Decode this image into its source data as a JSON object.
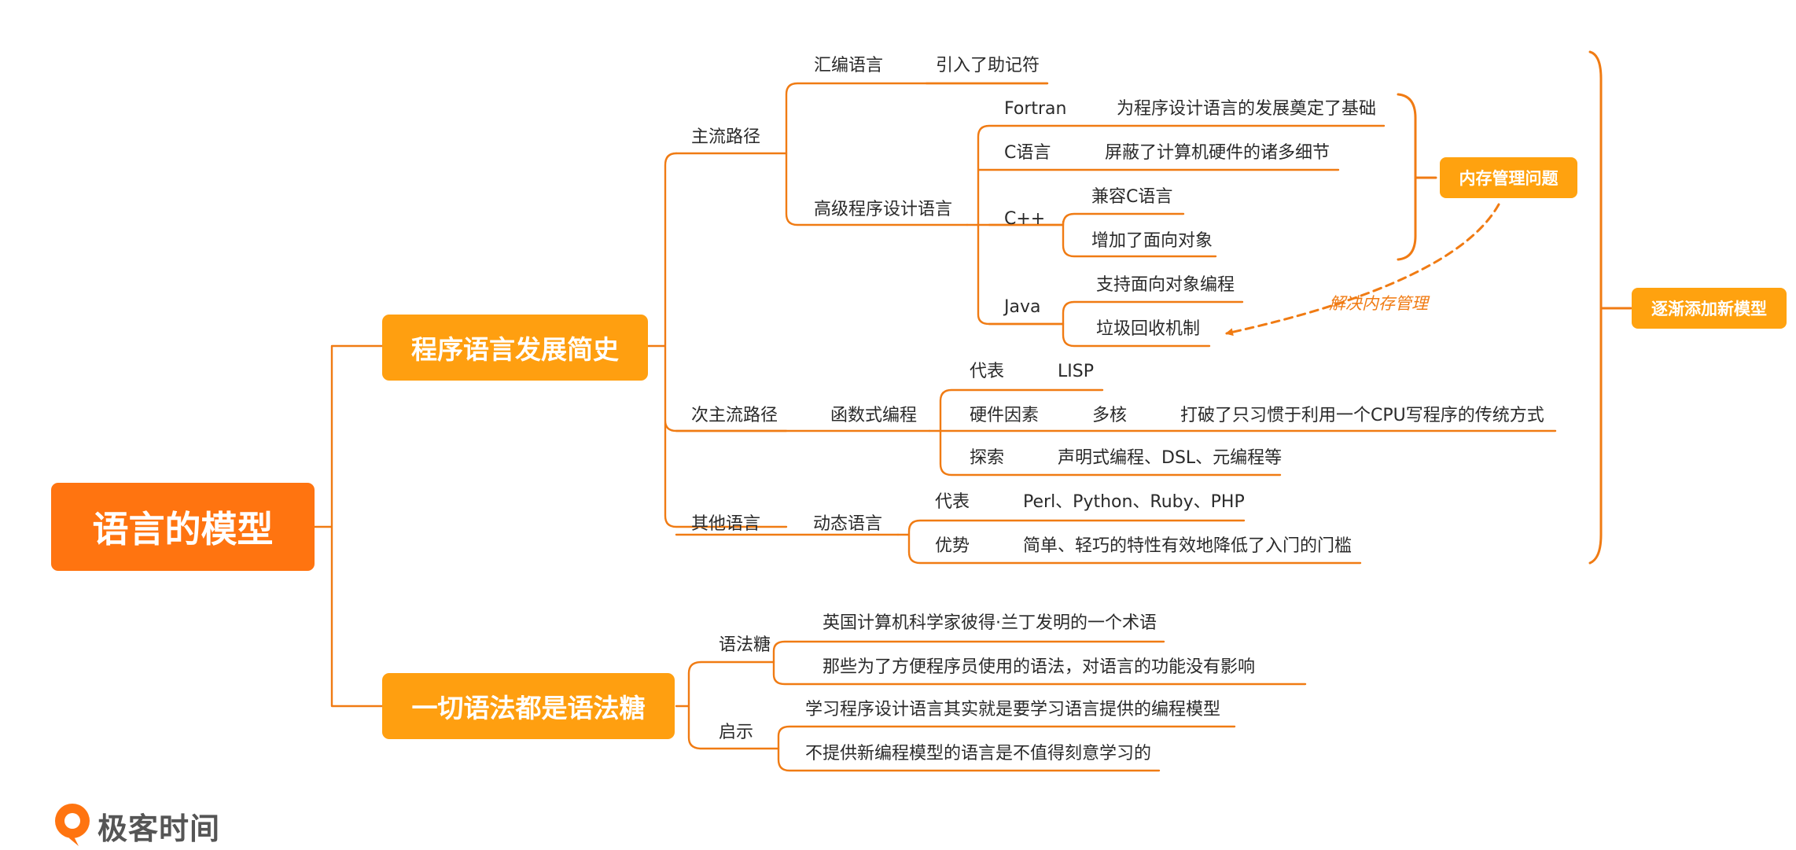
{
  "root": "语言的模型",
  "history": {
    "title": "程序语言发展简史",
    "mainstream": {
      "label": "主流路径",
      "assembly": {
        "label": "汇编语言",
        "desc": "引入了助记符"
      },
      "high_level": {
        "label": "高级程序设计语言",
        "fortran": {
          "label": "Fortran",
          "desc": "为程序设计语言的发展奠定了基础"
        },
        "c": {
          "label": "C语言",
          "desc": "屏蔽了计算机硬件的诸多细节"
        },
        "cpp": {
          "label": "C++",
          "items": [
            "兼容C语言",
            "增加了面向对象"
          ]
        },
        "java": {
          "label": "Java",
          "items": [
            "支持面向对象编程",
            "垃圾回收机制"
          ]
        }
      }
    },
    "secondary": {
      "label": "次主流路径",
      "functional": {
        "label": "函数式编程",
        "rep": {
          "label": "代表",
          "value": "LISP"
        },
        "hardware": {
          "label": "硬件因素",
          "sub": "多核",
          "desc": "打破了只习惯于利用一个CPU写程序的传统方式"
        },
        "explore": {
          "label": "探索",
          "value": "声明式编程、DSL、元编程等"
        }
      }
    },
    "other": {
      "label": "其他语言",
      "dynamic": {
        "label": "动态语言",
        "rep": {
          "label": "代表",
          "value": "Perl、Python、Ruby、PHP"
        },
        "adv": {
          "label": "优势",
          "value": "简单、轻巧的特性有效地降低了入门的门槛"
        }
      }
    },
    "memory_tag": "内存管理问题",
    "memory_note": "解决内存管理",
    "model_tag": "逐渐添加新模型"
  },
  "sugar": {
    "title": "一切语法都是语法糖",
    "syntax": {
      "label": "语法糖",
      "items": [
        "英国计算机科学家彼得·兰丁发明的一个术语",
        "那些为了方便程序员使用的语法，对语言的功能没有影响"
      ]
    },
    "insight": {
      "label": "启示",
      "items": [
        "学习程序设计语言其实就是要学习语言提供的编程模型",
        "不提供新编程模型的语言是不值得刻意学习的"
      ]
    }
  },
  "brand": "极客时间",
  "colors": {
    "root": "#FF7410",
    "branch": "#FF9F10",
    "line": "#F07B13",
    "text": "#2a2a2a"
  }
}
